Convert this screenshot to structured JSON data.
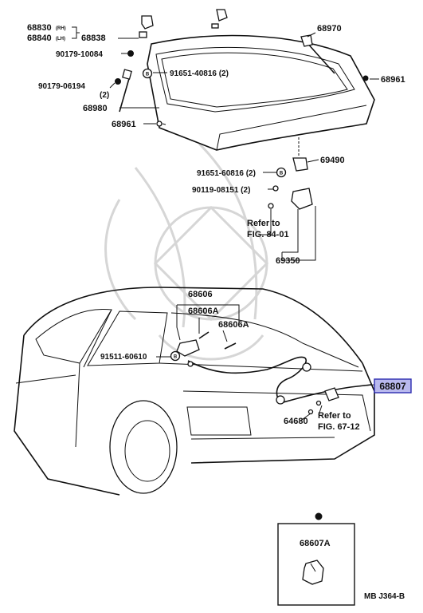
{
  "labels": {
    "p68830": "68830",
    "p68830_side": "(RH)",
    "p68840": "68840",
    "p68840_side": "(LH)",
    "p68838": "68838",
    "p90179_10084": "90179-10084",
    "p91651_40816": "91651-40816 (2)",
    "p90179_06194": "90179-06194",
    "p90179_06194_qty": "(2)",
    "p68980": "68980",
    "p68961_left": "68961",
    "p68970": "68970",
    "p68961_right": "68961",
    "p69490": "69490",
    "p91651_60816": "91651-60816 (2)",
    "p90119_08151": "90119-08151 (2)",
    "refer84_line1": "Refer to",
    "refer84_line2": "FIG. 84-01",
    "p69350": "69350",
    "p68606": "68606",
    "p68606A_1": "68606A",
    "p68606A_2": "68606A",
    "p91511_60610": "91511-60610",
    "p68807": "68807",
    "p64680": "64680",
    "refer67_line1": "Refer to",
    "refer67_line2": "FIG. 67-12",
    "p68607A": "68607A",
    "fig_code": "MB J364-B"
  },
  "markers": {
    "b": "B"
  },
  "colors": {
    "highlight_fill": "#b9b9ee",
    "highlight_border": "#2b2bb0",
    "ink": "#111111",
    "watermark": "#d6d6d6"
  },
  "icons": [
    "hinge-bracket-icon",
    "gas-strut-icon",
    "lock-latch-icon",
    "bolt-icon",
    "clip-icon",
    "car-body-icon"
  ]
}
